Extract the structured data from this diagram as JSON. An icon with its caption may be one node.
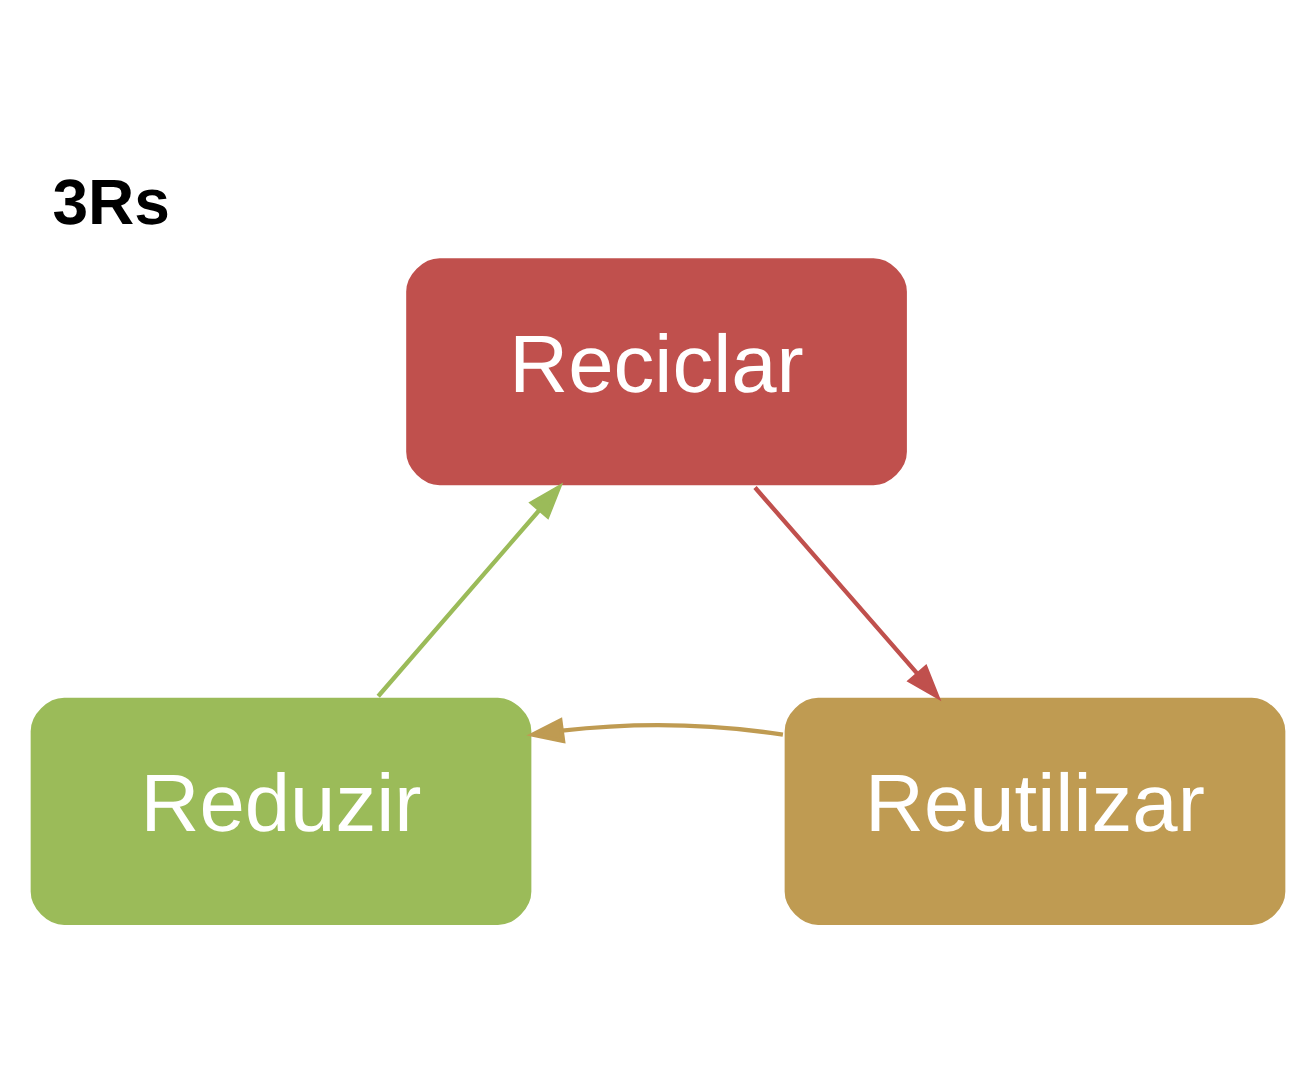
{
  "diagram": {
    "title": "3Rs",
    "nodes": [
      {
        "text": [
          "Reciclar"
        ]
      },
      {
        "text": [
          "Reutilizar"
        ]
      },
      {
        "text": [
          "Reduzir"
        ]
      }
    ],
    "edges": [
      {
        "from": 0,
        "to": 1,
        "arrow": "to",
        "color": "#c0504d"
      },
      {
        "from": 1,
        "to": 2,
        "arrow": "to",
        "color": "#bf9b52"
      },
      {
        "from": 2,
        "to": 0,
        "arrow": "to",
        "color": "#9bbb59"
      }
    ]
  }
}
